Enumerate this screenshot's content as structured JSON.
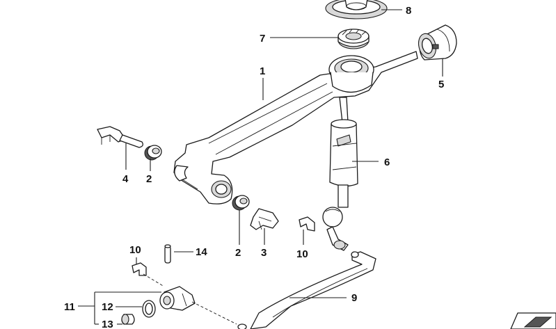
{
  "diagram": {
    "callouts": {
      "c1": "1",
      "c2a": "2",
      "c2b": "2",
      "c3": "3",
      "c4": "4",
      "c5": "5",
      "c6": "6",
      "c7": "7",
      "c8": "8",
      "c9": "9",
      "c10a": "10",
      "c10b": "10",
      "c11": "11",
      "c12": "12",
      "c13": "13",
      "c14": "14"
    }
  }
}
